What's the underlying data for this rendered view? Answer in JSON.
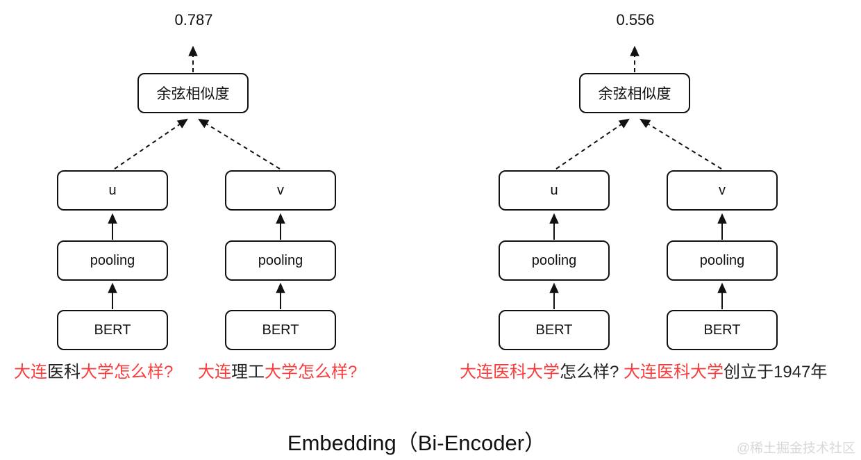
{
  "diagram_title": "Embedding（Bi-Encoder）",
  "watermark": "@稀土掘金技术社区",
  "colors": {
    "ink": "#111111",
    "highlight_red": "#f83d3d",
    "plain_black": "#222222",
    "watermark_gray": "#d9d9d9"
  },
  "groups": [
    {
      "score": "0.787",
      "cosine_label": "余弦相似度",
      "u_label": "u",
      "v_label": "v",
      "pooling_left_label": "pooling",
      "pooling_right_label": "pooling",
      "bert_left_label": "BERT",
      "bert_right_label": "BERT",
      "sentence_left": {
        "parts": [
          {
            "text": "大连",
            "color": "#f83d3d"
          },
          {
            "text": "医科",
            "color": "#222222"
          },
          {
            "text": "大学怎么样?",
            "color": "#f83d3d"
          }
        ]
      },
      "sentence_right": {
        "parts": [
          {
            "text": "大连",
            "color": "#f83d3d"
          },
          {
            "text": "理工",
            "color": "#222222"
          },
          {
            "text": "大学怎么样?",
            "color": "#f83d3d"
          }
        ]
      }
    },
    {
      "score": "0.556",
      "cosine_label": "余弦相似度",
      "u_label": "u",
      "v_label": "v",
      "pooling_left_label": "pooling",
      "pooling_right_label": "pooling",
      "bert_left_label": "BERT",
      "bert_right_label": "BERT",
      "sentence_left": {
        "parts": [
          {
            "text": "大连医科大学",
            "color": "#f83d3d"
          },
          {
            "text": "怎么样?",
            "color": "#222222"
          },
          {
            "text": "",
            "color": "#222222"
          }
        ]
      },
      "sentence_right": {
        "parts": [
          {
            "text": "大连医科大学",
            "color": "#f83d3d"
          },
          {
            "text": "创立于1947年",
            "color": "#222222"
          },
          {
            "text": "",
            "color": "#222222"
          }
        ]
      }
    }
  ]
}
